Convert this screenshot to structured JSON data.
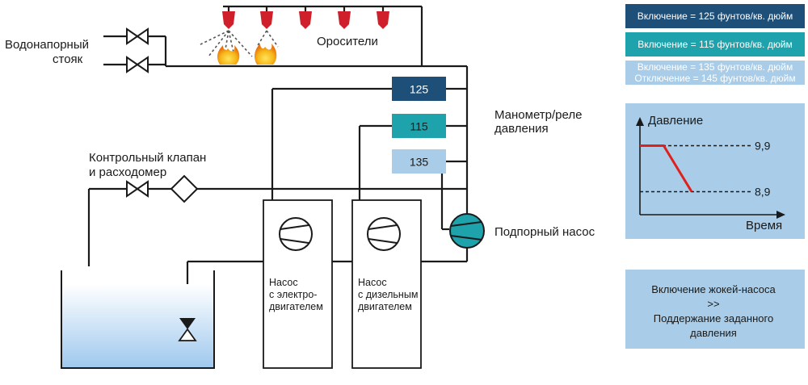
{
  "labels": {
    "standpipe_line1": "Водонапорный",
    "standpipe_line2": "стояк",
    "sprinklers": "Оросители",
    "check_valve_line1": "Контрольный клапан",
    "check_valve_line2": "и расходомер",
    "gauge_line1": "Манометр/реле",
    "gauge_line2": "давления",
    "jockey_pump": "Подпорный насос"
  },
  "switches": [
    {
      "value": "125",
      "color": "#1d4f79"
    },
    {
      "value": "115",
      "color": "#1ea2ab"
    },
    {
      "value": "135",
      "color": "#a9cde8"
    }
  ],
  "pumps": {
    "electric": {
      "line1": "Насос",
      "line2": "с электро-",
      "line3": "двигателем"
    },
    "diesel": {
      "line1": "Насос",
      "line2": "с дизельным",
      "line3": "двигателем"
    }
  },
  "legend": [
    {
      "text": "Включение = 125 фунтов/кв. дюйм",
      "color": "#1d4f79"
    },
    {
      "text": "Включение = 115 фунтов/кв. дюйм",
      "color": "#1ea2ab"
    },
    {
      "text": "Включение = 135 фунтов/кв. дюйм",
      "text2": "Отключение = 145 фунтов/кв. дюйм",
      "color": "#a9cde8"
    }
  ],
  "chart_data": {
    "type": "line",
    "ylabel": "Давление",
    "xlabel": "Время",
    "reference_levels": [
      "9,9",
      "8,9"
    ],
    "series": [
      {
        "x": [
          0,
          0.17,
          0.27,
          0.37
        ],
        "y": [
          9.9,
          9.9,
          9.4,
          8.9
        ]
      }
    ],
    "ylim": [
      8.4,
      10.4
    ],
    "xlim": [
      0,
      1
    ],
    "line_color": "#e0201a"
  },
  "bottom_box": {
    "line1": "Включение жокей-насоса",
    "line2": ">>",
    "line3": "Поддержание заданного",
    "line4": "давления"
  },
  "colors": {
    "sprinkler": "#cf1f2a",
    "fire": "#f6b619",
    "water": "#bcd9f2",
    "jockey_pump": "#1ea2ab",
    "panel": "#a9cde8"
  }
}
